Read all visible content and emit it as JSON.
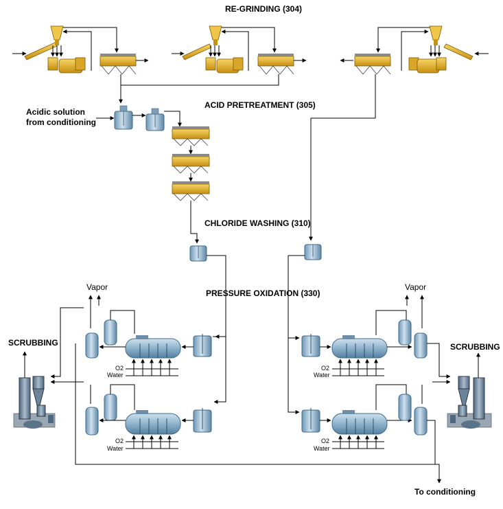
{
  "sections": {
    "regrinding": "RE-GRINDING (304)",
    "acid": "ACID PRETREATMENT (305)",
    "chloride": "CHLORIDE WASHING (310)",
    "pox": "PRESSURE OXIDATION (330)"
  },
  "labels": {
    "acidic_line1": "Acidic solution",
    "acidic_line2": "from conditioning",
    "vapor": "Vapor",
    "scrubbing": "SCRUBBING",
    "o2": "O2",
    "water": "Water",
    "to_conditioning": "To conditioning"
  },
  "colors": {
    "equipment_yellow": "#e8b830",
    "tank_blue": "#9dbfd6",
    "tank_outline": "#3d6a8a",
    "line": "#000000",
    "scrubber_gray": "#6b8499"
  }
}
